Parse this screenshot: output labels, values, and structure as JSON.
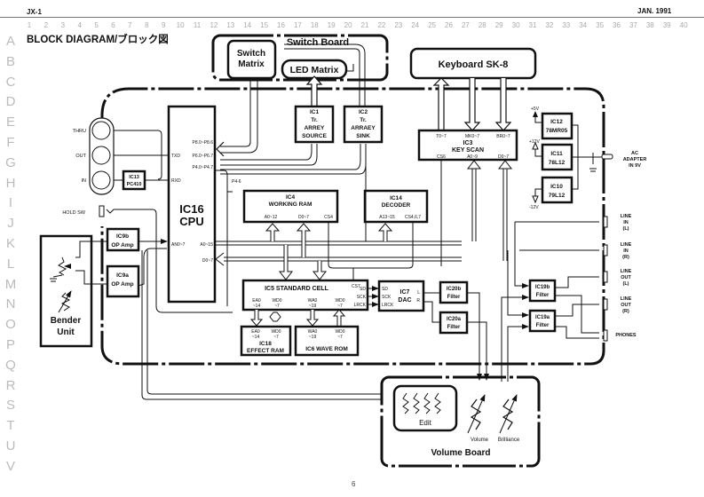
{
  "header": {
    "model": "JX-1",
    "date": "JAN. 1991"
  },
  "title": "BLOCK DIAGRAM/ブロック図",
  "page_number": "6",
  "grid_columns": [
    "1",
    "2",
    "3",
    "4",
    "5",
    "6",
    "7",
    "8",
    "9",
    "10",
    "11",
    "12",
    "13",
    "14",
    "15",
    "16",
    "17",
    "18",
    "19",
    "20",
    "21",
    "22",
    "23",
    "24",
    "25",
    "26",
    "27",
    "28",
    "29",
    "30",
    "31",
    "32",
    "33",
    "34",
    "35",
    "36",
    "37",
    "38",
    "39",
    "40"
  ],
  "grid_rows": [
    "A",
    "B",
    "C",
    "D",
    "E",
    "F",
    "G",
    "H",
    "I",
    "J",
    "K",
    "L",
    "M",
    "N",
    "O",
    "P",
    "Q",
    "R",
    "S",
    "T",
    "U",
    "V"
  ],
  "switch_board": {
    "label": "Switch  Board",
    "switch_matrix": [
      "Switch",
      "Matrix"
    ],
    "led_matrix": "LED Matrix"
  },
  "keyboard": {
    "label": "Keyboard  SK-8"
  },
  "ic1": [
    "IC1",
    "Tr.",
    "ARREY",
    "SOURCE"
  ],
  "ic2": [
    "IC2",
    "Tr.",
    "ARRAEY",
    "SINK"
  ],
  "ic3": {
    "name": "IC3",
    "desc": "KEY  SCAN",
    "pins_top": [
      "T0~7",
      "MK0~7",
      "BR0~7"
    ],
    "pins_bottom": [
      "CS6",
      "A0~9",
      "D0~7"
    ]
  },
  "ic12": [
    "IC12",
    "78MR05"
  ],
  "ic11": [
    "IC11",
    "78L12"
  ],
  "ic10": [
    "IC10",
    "79L12"
  ],
  "power": {
    "p5v": "+5V",
    "p12v": "+12V",
    "m12v": "-12V"
  },
  "ac_adapter": [
    "AC",
    "ADAPTER",
    "IN 9V"
  ],
  "midi": {
    "thru": "THRU",
    "out": "OUT",
    "in": "IN"
  },
  "ic13": [
    "IC13",
    "PC410"
  ],
  "ic16": {
    "name": "IC16",
    "desc": "CPU",
    "pins": {
      "p8": "P8.0~P8.6",
      "p6": "P6.0~P6.7",
      "p4": "P4.0~P4.7",
      "txd": "TXD",
      "rxd": "RXD",
      "an": "AN0~7",
      "a": "A0~15",
      "d": "D0~7",
      "p46": "P4-6"
    }
  },
  "hold_sw": "HOLD  SW",
  "ic4": {
    "name": "IC4",
    "desc": "WORKING  RAM",
    "pins": [
      "A0~12",
      "D0~7",
      "CS4"
    ]
  },
  "ic14": {
    "name": "IC14",
    "desc": "DECODER",
    "pins": [
      "A13~15",
      "CS4,6,7"
    ]
  },
  "ic9b": [
    "IC9b",
    "OP  Amp"
  ],
  "ic9a": [
    "IC9a",
    "OP  Amp"
  ],
  "bender": [
    "Bender",
    "Unit"
  ],
  "ic5": {
    "name": "IC5  STANDARD  CELL",
    "pins_bottom": [
      [
        "EA0",
        "~14"
      ],
      [
        "WD0",
        "~7"
      ],
      [
        "WA0",
        "~19"
      ],
      [
        "WD0",
        "~7"
      ]
    ],
    "cs7": "CS7",
    "out_pins": [
      "SD",
      "SCK",
      "LRCK"
    ]
  },
  "ic7": {
    "name": "IC7",
    "desc": "DAC",
    "pins_in": [
      "SD",
      "SCK",
      "LRCK"
    ],
    "l": "L",
    "r": "R"
  },
  "ic18": {
    "pins": [
      [
        "EA0",
        "~14"
      ],
      [
        "WD0",
        "~7"
      ]
    ],
    "name": "IC18",
    "desc": "EFFECT  RAM"
  },
  "ic6": {
    "pins": [
      [
        "WA0",
        "~19"
      ],
      [
        "WD0",
        "~7"
      ]
    ],
    "name": "IC6  WAVE  ROM"
  },
  "ic20b": [
    "IC20b",
    "Filter"
  ],
  "ic20a": [
    "IC20a",
    "Filter"
  ],
  "ic19b": [
    "IC19b",
    "Filter"
  ],
  "ic19a": [
    "IC19a",
    "Filter"
  ],
  "jacks": {
    "line_in_l": [
      "LINE",
      "IN",
      "(L)"
    ],
    "line_in_r": [
      "LINE",
      "IN",
      "(R)"
    ],
    "line_out_l": [
      "LINE",
      "OUT",
      "(L)"
    ],
    "line_out_r": [
      "LINE",
      "OUT",
      "(R)"
    ],
    "phones": "PHONES"
  },
  "volume_board": {
    "label": "Volume  Board",
    "edit": "Edit",
    "volume": "Volume",
    "brilliance": "Brilliance"
  }
}
